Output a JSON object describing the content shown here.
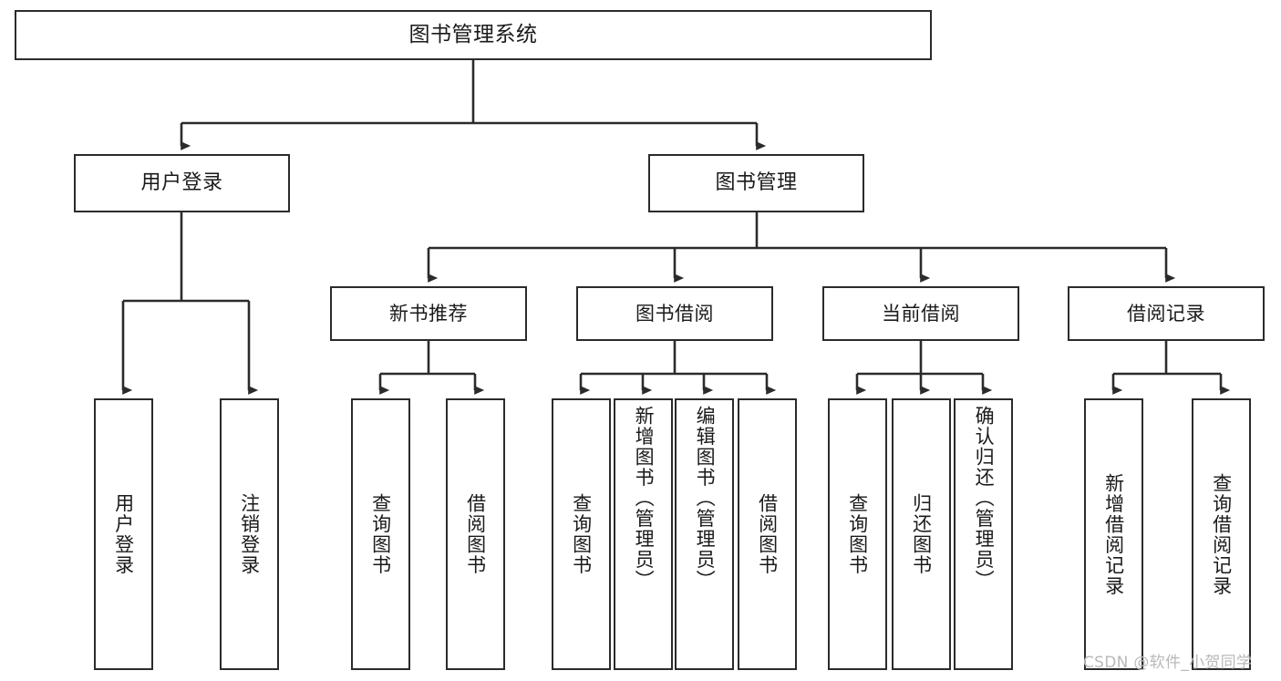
{
  "diagram": {
    "title": "图书管理系统",
    "type": "hierarchy-tree",
    "watermark": "CSDN @软件_小贺同学",
    "colors": {
      "box_border": "#2b2b2b",
      "box_fill": "#ffffff",
      "connector": "#2b2b2b",
      "text": "#1a1a1a",
      "watermark": "#b9b9b9",
      "background": "#ffffff"
    },
    "root": {
      "label": "图书管理系统"
    },
    "level2": [
      {
        "label": "用户登录"
      },
      {
        "label": "图书管理"
      }
    ],
    "level3": [
      {
        "label": "新书推荐"
      },
      {
        "label": "图书借阅"
      },
      {
        "label": "当前借阅"
      },
      {
        "label": "借阅记录"
      }
    ],
    "leaves": {
      "user_login": [
        {
          "label": "用户登录"
        },
        {
          "label": "注销登录"
        }
      ],
      "new_book_recommend": [
        {
          "label": "查询图书"
        },
        {
          "label": "借阅图书"
        }
      ],
      "book_borrow": [
        {
          "label": "查询图书"
        },
        {
          "label": "新增图书（管理员）"
        },
        {
          "label": "编辑图书（管理员）"
        },
        {
          "label": "借阅图书"
        }
      ],
      "current_borrow": [
        {
          "label": "查询图书"
        },
        {
          "label": "归还图书"
        },
        {
          "label": "确认归还（管理员）"
        }
      ],
      "borrow_record": [
        {
          "label": "新增借阅记录"
        },
        {
          "label": "查询借阅记录"
        }
      ]
    }
  }
}
